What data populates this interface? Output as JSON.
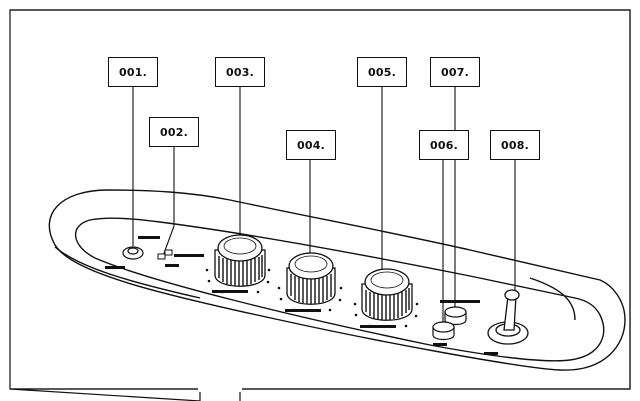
{
  "callouts": [
    {
      "id": "c1",
      "label": "001."
    },
    {
      "id": "c2",
      "label": "002."
    },
    {
      "id": "c3",
      "label": "003."
    },
    {
      "id": "c4",
      "label": "004."
    },
    {
      "id": "c5",
      "label": "005."
    },
    {
      "id": "c6",
      "label": "006."
    },
    {
      "id": "c7",
      "label": "007."
    },
    {
      "id": "c8",
      "label": "008."
    }
  ],
  "icons": [
    "jack-input-icon",
    "switch-icon",
    "knob-icon",
    "push-button-icon",
    "toggle-switch-icon"
  ]
}
